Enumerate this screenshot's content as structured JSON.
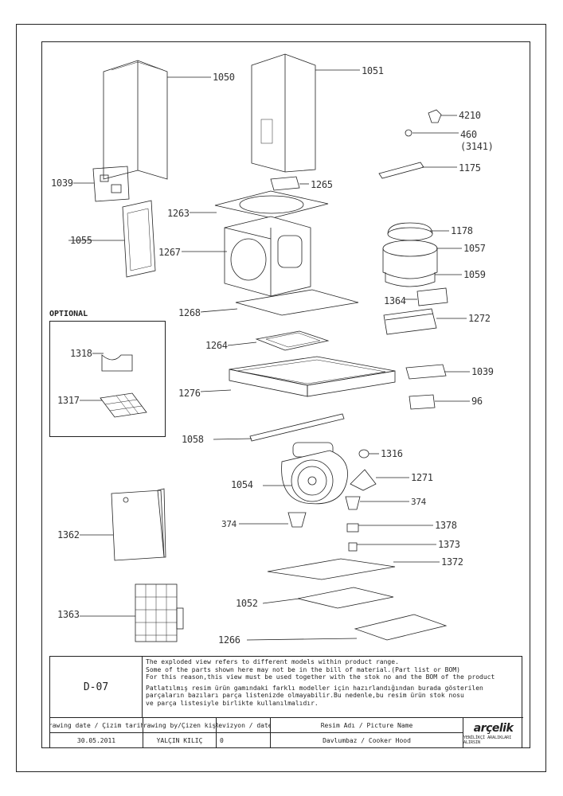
{
  "labels": {
    "p1050": "1050",
    "p1051": "1051",
    "p4210": "4210",
    "p460": "460",
    "p3141": "(3141)",
    "p1175": "1175",
    "p1039a": "1039",
    "p1265a": "1265",
    "p1263": "1263",
    "p1055": "1055",
    "p1267": "1267",
    "p1178": "1178",
    "p1057": "1057",
    "p1059": "1059",
    "p1364": "1364",
    "p1272": "1272",
    "p1268": "1268",
    "p1264": "1264",
    "p1318": "1318",
    "p1039b": "1039",
    "p1317": "1317",
    "p1276": "1276",
    "p96": "96",
    "p1058": "1058",
    "p1316": "1316",
    "p1271": "1271",
    "p1054": "1054",
    "p374a": "374",
    "p374b": "374",
    "p1362": "1362",
    "p1378": "1378",
    "p1373": "1373",
    "p1372": "1372",
    "p1363": "1363",
    "p1052": "1052",
    "p1266": "1266"
  },
  "optional_label": "OPTIONAL",
  "title_block": {
    "drawing_code": "D-07",
    "notes_en_1": "The exploded view refers to different models within product range.",
    "notes_en_2": "Some of the parts shown here may not be in the bill of material.(Part list or BOM)",
    "notes_en_3": "For this reason,this view must be used together with the stok no and the BOM of the product",
    "notes_tr_1": "Patlatılmış resim ürün gamındaki farklı modeller için hazırlandığından burada gösterilen",
    "notes_tr_2": "parçaların bazıları parça listenizde olmayabilir.Bu nedenle,bu resim ürün stok nosu",
    "notes_tr_3": "ve parça listesiyle birlikte kullanılmalıdır.",
    "h_date": "Drawing date / Çizim tarihi",
    "h_by": "Drawing by/Çizen kişi",
    "h_rev": "Revizyon / date",
    "h_name": "Resim Adı / Picture Name",
    "v_date": "30.05.2011",
    "v_by": "YALÇIN KILIÇ",
    "v_rev": "0",
    "v_name": "Davlumbaz / Cooker Hood",
    "brand": "arçelik",
    "brand_tag": "YENİLİKÇİ ARALIKLARI ALIRSIN"
  }
}
